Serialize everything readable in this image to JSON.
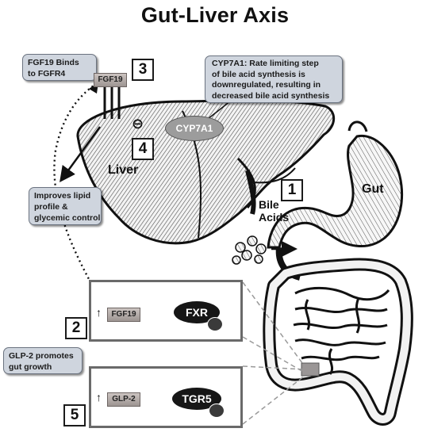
{
  "title": "Gut-Liver Axis",
  "callouts": {
    "fgf19_binds": [
      "FGF19 Binds",
      "to FGFR4"
    ],
    "cyp7a1": [
      "CYP7A1: Rate limiting step",
      "of bile acid synthesis  is",
      "downregulated, resulting in",
      "decreased bile acid synthesis"
    ],
    "lipid": [
      "Improves lipid",
      "profile &",
      "glycemic control"
    ],
    "glp2": [
      "GLP-2 promotes",
      "gut growth"
    ]
  },
  "numbers": {
    "n1": "1",
    "n2": "2",
    "n3": "3",
    "n4": "4",
    "n5": "5"
  },
  "liver": {
    "label": "Liver",
    "receptor_tag": "FGF19",
    "enzyme": "CYP7A1",
    "inhibit_symbol": "⊖"
  },
  "bile_acids": [
    "Bile",
    "Acids"
  ],
  "gut_label": "Gut",
  "panel_fxr": {
    "arrow": "↑",
    "tag": "FGF19",
    "receptor": "FXR"
  },
  "panel_tgr5": {
    "arrow": "↑",
    "tag": "GLP-2",
    "receptor": "TGR5"
  },
  "colors": {
    "callout_fill": "#cfd5de",
    "tag_fill": "#b3aba8",
    "ink": "#111111",
    "panel_border": "#6a6a6a"
  }
}
